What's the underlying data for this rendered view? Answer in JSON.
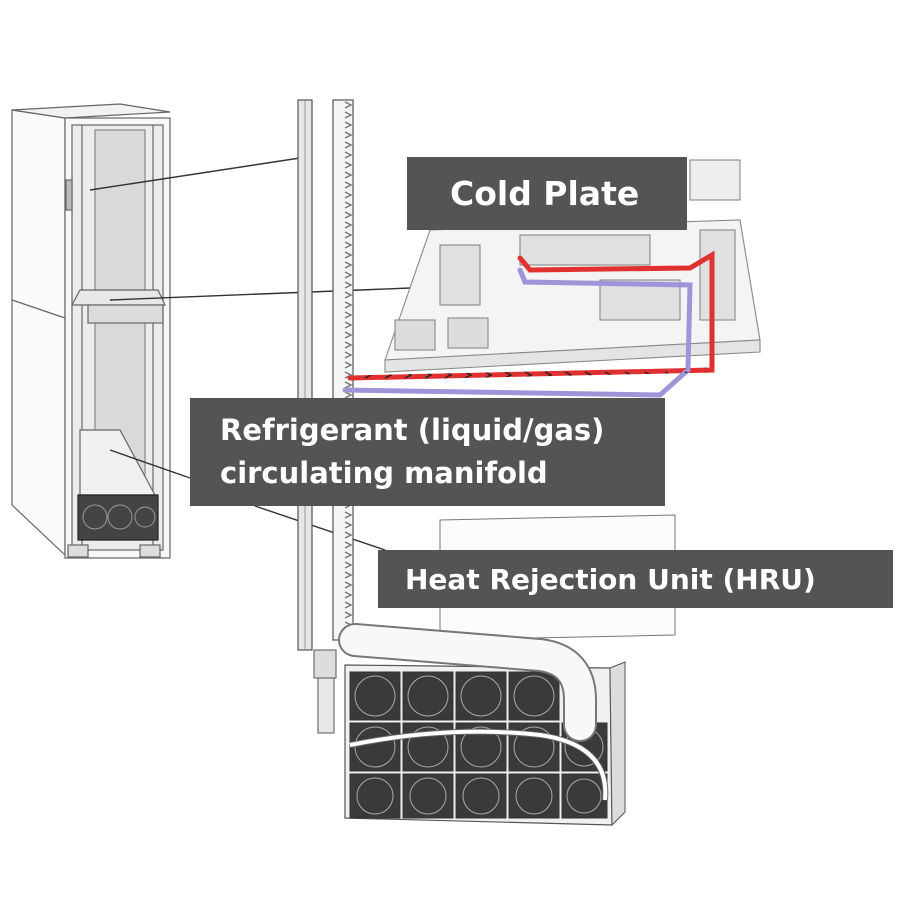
{
  "labels": {
    "cold_plate": "Cold Plate",
    "manifold_line1": "Refrigerant (liquid/gas)",
    "manifold_line2": "circulating manifold",
    "hru": "Heat Rejection Unit (HRU)"
  },
  "colors": {
    "label_bg": "#545454",
    "label_text": "#ffffff",
    "hot_line": "#e03030",
    "cool_line": "#9e94d8",
    "outline": "#555555"
  },
  "icons": [
    "server-rack-icon",
    "manifold-pipe-icon",
    "cold-plate-server-icon",
    "hru-fan-array-icon"
  ]
}
